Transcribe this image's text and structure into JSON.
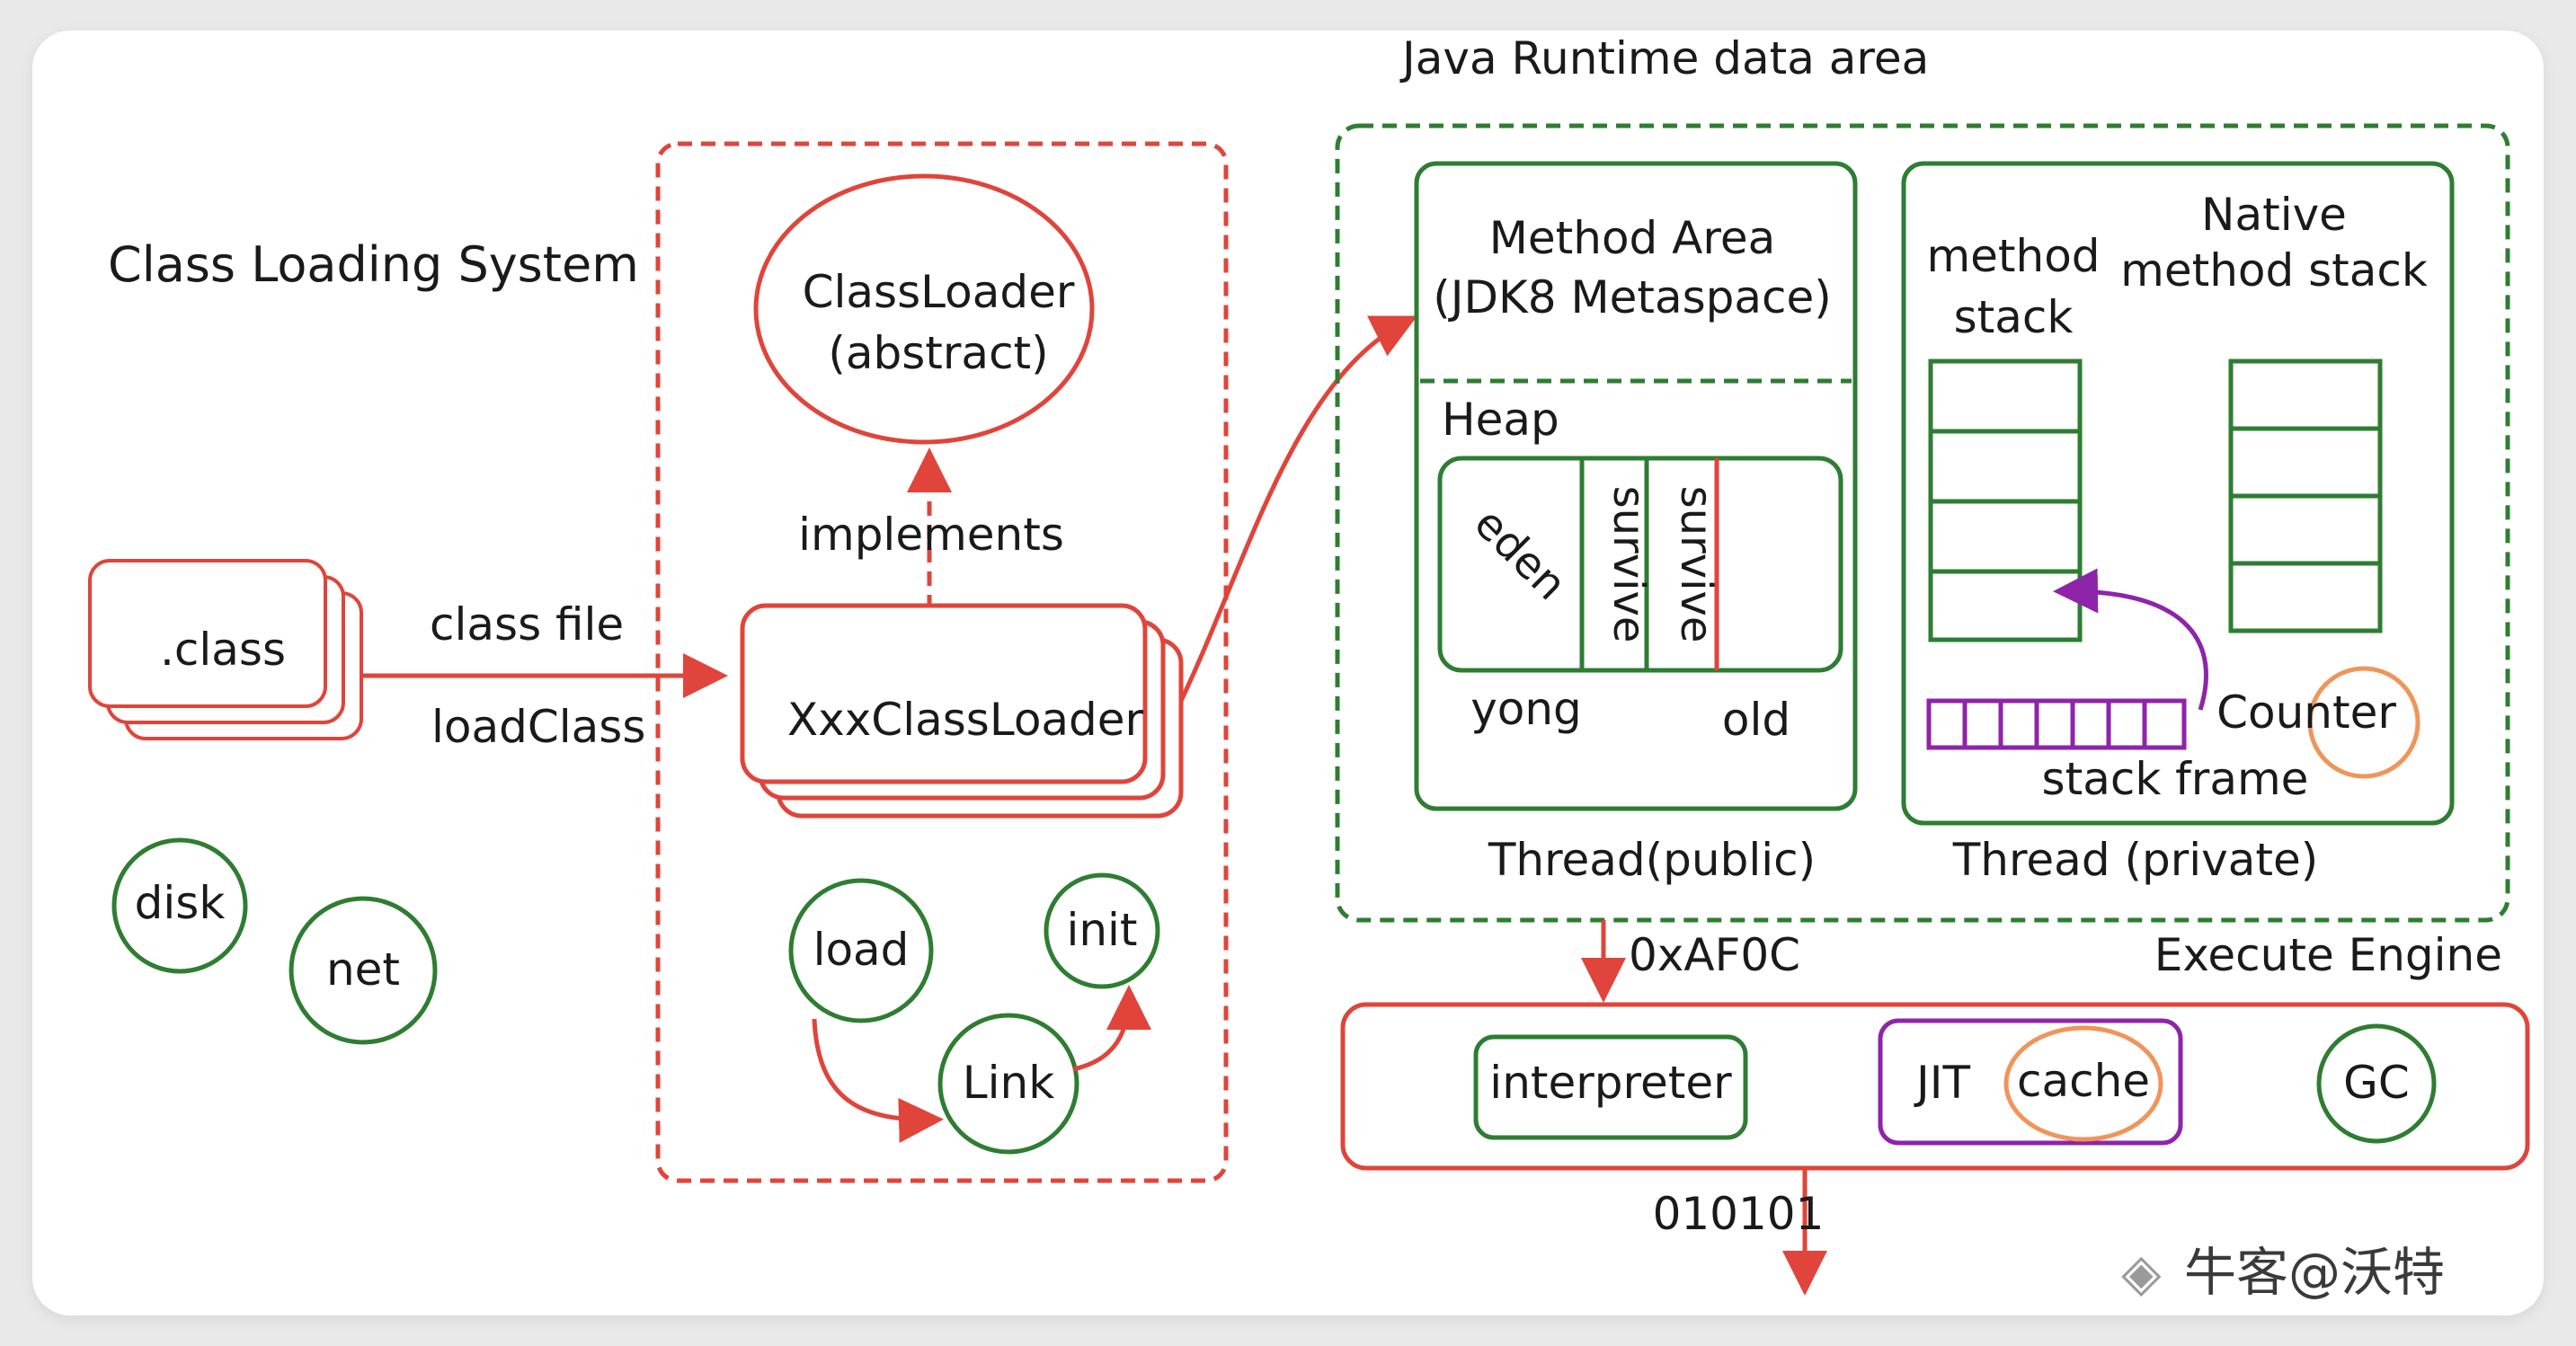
{
  "titles": {
    "class_loading_system": "Class Loading System",
    "runtime_data_area": "Java Runtime data area",
    "execute_engine": "Execute Engine"
  },
  "class_loading": {
    "class_file_node": ".class",
    "arrow_label_top": "class file",
    "arrow_label_bottom": "loadClass",
    "sources": [
      "disk",
      "net"
    ],
    "classloader_line1": "ClassLoader",
    "classloader_line2": "(abstract)",
    "implements_label": "implements",
    "xxx_classloader": "XxxClassLoader",
    "phases": [
      "load",
      "Link",
      "init"
    ]
  },
  "runtime": {
    "method_area_line1": "Method Area",
    "method_area_line2": "(JDK8 Metaspace)",
    "heap_label": "Heap",
    "heap_cells": [
      "eden",
      "survive",
      "survive"
    ],
    "young_label": "yong",
    "old_label": "old",
    "thread_public": "Thread(public)",
    "method_stack_line1": "method",
    "method_stack_line2": "stack",
    "native_line1": "Native",
    "native_line2": "method stack",
    "counter_label": "Counter",
    "stack_frame_label": "stack frame",
    "thread_private": "Thread (private)"
  },
  "engine": {
    "address_label": "0xAF0C",
    "interpreter": "interpreter",
    "jit": "JIT",
    "cache": "cache",
    "gc": "GC",
    "output_label": "010101"
  },
  "watermark": "牛客@沃特",
  "colors": {
    "red": "#e0443a",
    "green": "#2e7d32",
    "purple": "#8e24aa",
    "orange": "#f0955a"
  }
}
